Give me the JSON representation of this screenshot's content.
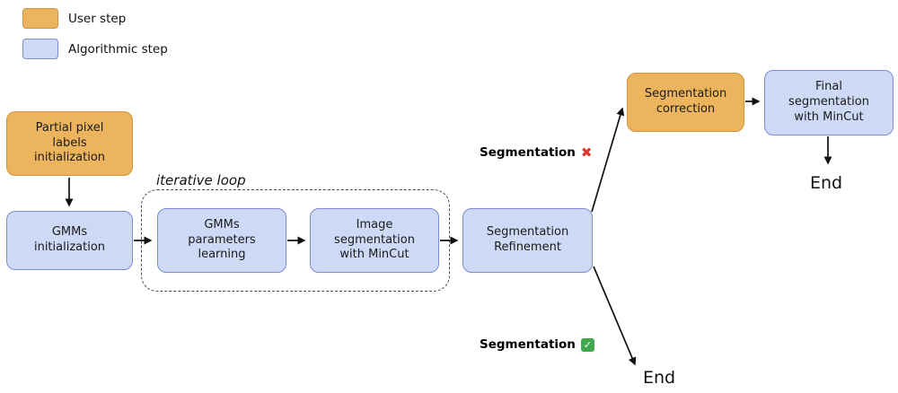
{
  "colors": {
    "user_fill": "#ecb45c",
    "user_border": "#cf9440",
    "algo_fill": "#cdd9f5",
    "algo_border": "#7c8cdb",
    "cross": "#e0362c",
    "check_bg": "#40a94e"
  },
  "legend": {
    "user_label": "User step",
    "algorithmic_label": "Algorithmic step"
  },
  "loop_label": "iterative loop",
  "nodes": {
    "partial_pixel_labels": "Partial pixel\nlabels\ninitialization",
    "gmms_initialization": "GMMs\ninitialization",
    "gmms_parameters_learning": "GMMs\nparameters\nlearning",
    "image_segmentation": "Image\nsegmentation\nwith MinCut",
    "segmentation_refinement": "Segmentation\nRefinement",
    "segmentation_correction": "Segmentation\ncorrection",
    "final_segmentation": "Final\nsegmentation\nwith MinCut"
  },
  "branches": {
    "fail_label": "Segmentation",
    "fail_icon": "✖",
    "success_label": "Segmentation",
    "success_icon": "✓"
  },
  "ends": {
    "top": "End",
    "bottom": "End"
  }
}
